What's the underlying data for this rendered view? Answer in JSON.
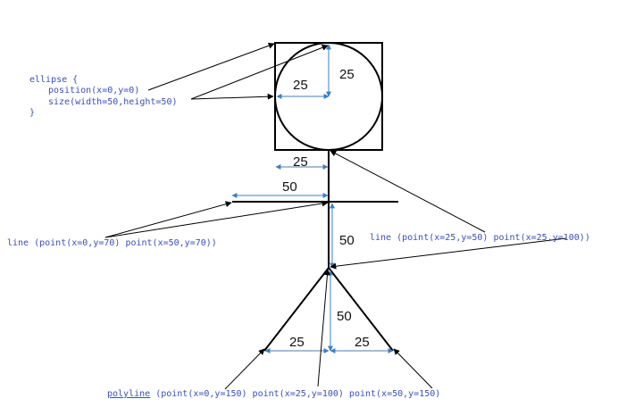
{
  "colors": {
    "shape_stroke": "#000000",
    "dimension": "#3a7fc1",
    "annotation_arrow": "#000000",
    "code_text": "#3b4fb8"
  },
  "code_labels": {
    "ellipse_line1": "ellipse {",
    "ellipse_line2": "position(x=0,y=0)",
    "ellipse_line3": "size(width=50,height=50)",
    "ellipse_line4": "}",
    "arm_line": "line (point(x=0,y=70) point(x=50,y=70))",
    "body_line": "line (point(x=25,y=50) point(x=25,y=100))",
    "polyline_keyword": "polyline",
    "polyline_rest": " (point(x=0,y=150) point(x=25,y=100) point(x=50,y=150)"
  },
  "dimension_labels": {
    "head_radius_horizontal": "25",
    "head_radius_vertical": "25",
    "neck_offset": "25",
    "arm_width": "50",
    "body_height": "50",
    "legs_height": "50",
    "left_leg_width": "25",
    "right_leg_width": "25"
  }
}
